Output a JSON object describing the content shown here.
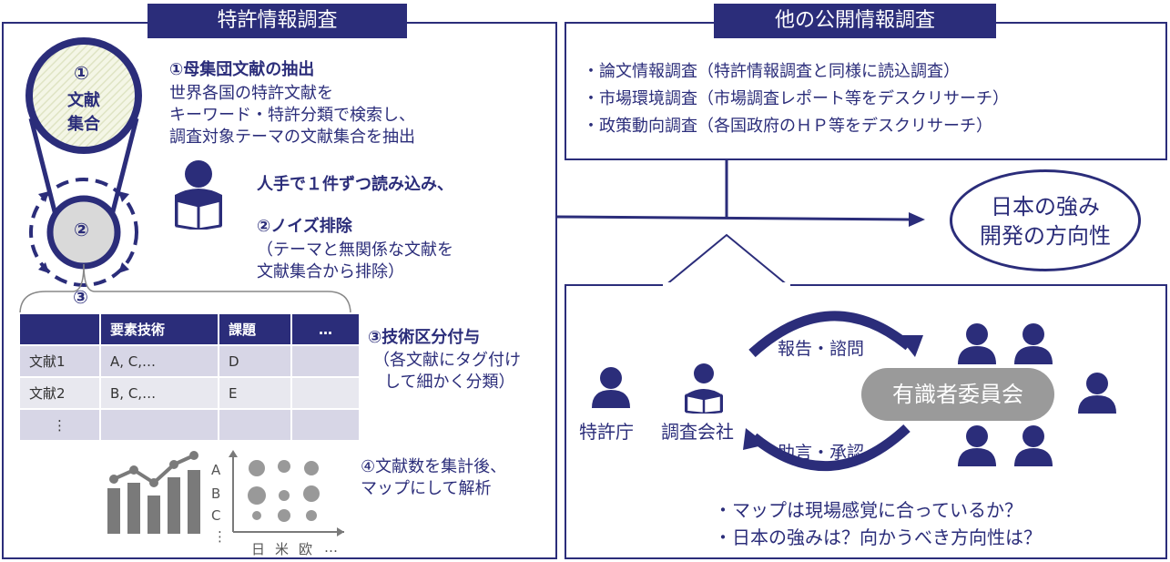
{
  "left": {
    "header": "特許情報調査",
    "circle1": {
      "num": "①",
      "line1": "文献",
      "line2": "集合"
    },
    "circle2": {
      "num": "②"
    },
    "circle3": {
      "num": "③"
    },
    "step1": {
      "title": "①母集団文献の抽出",
      "lines": [
        "世界各国の特許文献を",
        "キーワード・特許分類で検索し、",
        "調査対象テーマの文献集合を抽出"
      ]
    },
    "reading": "人手で１件ずつ読み込み、",
    "step2": {
      "title": "②ノイズ排除",
      "lines": [
        "（テーマと無関係な文献を",
        "文献集合から排除）"
      ]
    },
    "table": {
      "headers": [
        "",
        "要素技術",
        "課題",
        "…"
      ],
      "rows": [
        [
          "文献1",
          "A, C,…",
          "D",
          ""
        ],
        [
          "文献2",
          "B, C,…",
          "E",
          ""
        ],
        [
          "⋮",
          "",
          "",
          ""
        ]
      ]
    },
    "step3": {
      "title": "③技術区分付与",
      "lines": [
        "（各文献にタグ付け",
        "して細かく分類）"
      ]
    },
    "step4": {
      "lines": [
        "④文献数を集計後、",
        "マップにして解析"
      ]
    },
    "map": {
      "y_labels": [
        "A",
        "B",
        "C",
        "⋮"
      ],
      "x_labels": [
        "日",
        "米",
        "欧",
        "…"
      ]
    }
  },
  "right": {
    "header": "他の公開情報調査",
    "items": [
      "・論文情報調査（特許情報調査と同様に読込調査）",
      "・市場環境調査（市場調査レポート等をデスクリサーチ）",
      "・政策動向調査（各国政府のＨＰ等をデスクリサーチ）"
    ],
    "goal": {
      "line1": "日本の強み",
      "line2": "開発の方向性"
    },
    "jpo": "特許庁",
    "company": "調査会社",
    "report": "報告・諮問",
    "advice": "助言・承認",
    "committee": "有識者委員会",
    "questions": [
      "・マップは現場感覚に合っているか？",
      "・日本の強みは？向かうべき方向性は？"
    ]
  },
  "colors": {
    "navy": "#2b2d7a",
    "gray": "#9a9a9a",
    "row_a": "#d7d6e6",
    "row_b": "#e8e8ef"
  }
}
